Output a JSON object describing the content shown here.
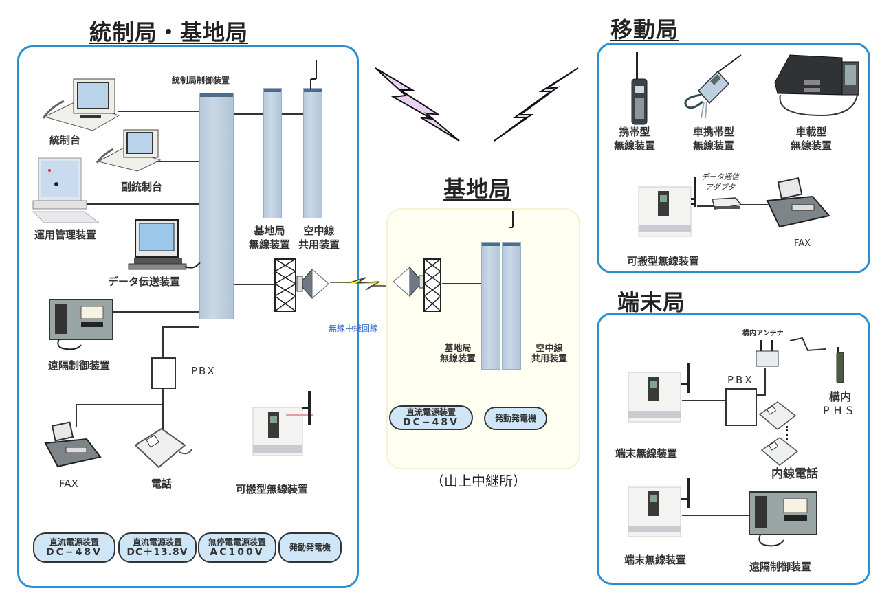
{
  "sections": {
    "control": {
      "title": "統制局・基地局",
      "labels": {
        "control_unit": "統制局制御装置",
        "console": "統制台",
        "sub_console": "副統制台",
        "ops_mgmt": "運用管理装置",
        "data_tx": "データ伝送装置",
        "remote_ctrl": "遠隔制御装置",
        "pbx": "PBX",
        "fax": "FAX",
        "phone": "電話",
        "portable": "可搬型無線装置",
        "base_radio_1": "基地局",
        "base_radio_2": "無線装置",
        "antenna_share_1": "空中線",
        "antenna_share_2": "共用装置"
      },
      "power": [
        {
          "line1": "直流電源装置",
          "line2": "DC−48V"
        },
        {
          "line1": "直流電源装置",
          "line2": "DC＋13.8V"
        },
        {
          "line1": "無停電電源装置",
          "line2": "AC100V"
        },
        {
          "line1": "発動発電機",
          "line2": ""
        }
      ]
    },
    "link": {
      "label": "無線中継回線"
    },
    "relay": {
      "title": "基地局",
      "caption": "（山上中継所）",
      "labels": {
        "base_radio_1": "基地局",
        "base_radio_2": "無線装置",
        "antenna_share_1": "空中線",
        "antenna_share_2": "共用装置"
      },
      "power": [
        {
          "line1": "直流電源装置",
          "line2": "DC−48V"
        },
        {
          "line1": "発動発電機",
          "line2": ""
        }
      ]
    },
    "mobile": {
      "title": "移動局",
      "labels": {
        "handheld_1": "携帯型",
        "handheld_2": "無線装置",
        "vehicle_portable_1": "車携帯型",
        "vehicle_portable_2": "無線装置",
        "vehicle_1": "車載型",
        "vehicle_2": "無線装置",
        "adapter_1": "データ通信",
        "adapter_2": "アダプタ",
        "portable": "可搬型無線装置",
        "fax": "FAX"
      }
    },
    "terminal": {
      "title": "端末局",
      "labels": {
        "indoor_antenna": "構内アンテナ",
        "pbx": "PBX",
        "phs_1": "構内",
        "phs_2": "PHS",
        "terminal_radio_a": "端末無線装置",
        "extension_phone": "内線電話",
        "terminal_radio_b": "端末無線装置",
        "remote_ctrl": "遠隔制御装置"
      }
    }
  },
  "colors": {
    "panel_border": "#2a8fd0",
    "relay_bg": "#fffff2",
    "pill_fill": "#cfe6f6",
    "cabinet": "#c3d3e3",
    "link_text": "#3b6fd0",
    "bolt_yellow": "#f2ea1e",
    "bolt_pink": "#e9d2ef"
  }
}
